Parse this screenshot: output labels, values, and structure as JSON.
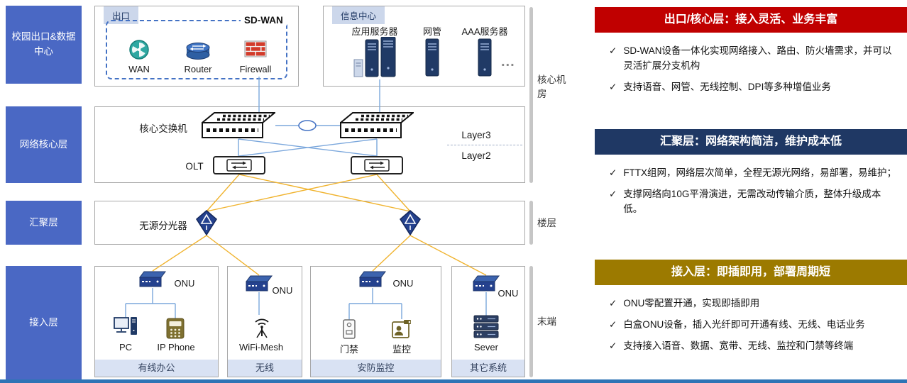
{
  "glyphs": {
    "check": "✓"
  },
  "sidebar": {
    "items": [
      {
        "label": "校园出口&数据中心"
      },
      {
        "label": "网络核心层"
      },
      {
        "label": "汇聚层"
      },
      {
        "label": "接入层"
      }
    ]
  },
  "diagram": {
    "exit_zone": {
      "tag": "出口",
      "sdwan_label": "SD-WAN",
      "devices": [
        {
          "label": "WAN",
          "icon": "wan-globe"
        },
        {
          "label": "Router",
          "icon": "router-cylinder"
        },
        {
          "label": "Firewall",
          "icon": "brick-wall"
        }
      ]
    },
    "info_center": {
      "tag": "信息中心",
      "devices": [
        {
          "label": "应用服务器",
          "icon": "app-server-towers"
        },
        {
          "label": "网管",
          "icon": "server-tower"
        },
        {
          "label": "AAA服务器",
          "icon": "server-tower"
        }
      ],
      "ellipsis": "..."
    },
    "core_layer": {
      "switch_label": "核心交换机",
      "olt_label": "OLT",
      "layer3": "Layer3",
      "layer2": "Layer2"
    },
    "aggregation": {
      "splitter_label": "无源分光器"
    },
    "access": {
      "groups": [
        {
          "onu_label": "ONU",
          "devices": [
            {
              "label": "PC"
            },
            {
              "label": "IP Phone"
            }
          ],
          "caption": "有线办公"
        },
        {
          "onu_label": "ONU",
          "devices": [
            {
              "label": "WiFi-Mesh"
            }
          ],
          "caption": "无线"
        },
        {
          "onu_label": "ONU",
          "devices": [
            {
              "label": "门禁"
            },
            {
              "label": "监控"
            }
          ],
          "caption": "安防监控"
        },
        {
          "onu_label": "ONU",
          "devices": [
            {
              "label": "Sever"
            }
          ],
          "caption": "其它系统"
        }
      ]
    },
    "zone_labels": [
      {
        "label": "核心机房"
      },
      {
        "label": "楼层"
      },
      {
        "label": "末端"
      }
    ]
  },
  "panels": [
    {
      "title": "出口/核心层：接入灵活、业务丰富",
      "color": "#c00000",
      "items": [
        "SD-WAN设备一体化实现网络接入、路由、防火墙需求，并可以灵活扩展分支机构",
        "支持语音、网管、无线控制、DPI等多种增值业务"
      ]
    },
    {
      "title": "汇聚层：网络架构简洁，维护成本低",
      "color": "#1f3864",
      "items": [
        "FTTX组网，网络层次简单，全程无源光网络，易部署，易维护；",
        "支撑网络向10G平滑演进，无需改动传输介质，整体升级成本低。"
      ]
    },
    {
      "title": "接入层：即插即用，部署周期短",
      "color": "#9c7a00",
      "items": [
        "ONU零配置开通，实现即插即用",
        "白盒ONU设备，插入光纤即可开通有线、无线、电话业务",
        "支持接入语音、数据、宽带、无线、监控和门禁等终端"
      ]
    }
  ],
  "colors": {
    "sidebar_blue": "#4a68c4",
    "line_blue": "#7ba7dc",
    "line_yellow": "#f0b32e",
    "caption_bg": "#d9e2f3",
    "panel_red": "#c00000",
    "panel_navy": "#1f3864",
    "panel_gold": "#9c7a00",
    "footer_blue": "#2e74b5"
  }
}
